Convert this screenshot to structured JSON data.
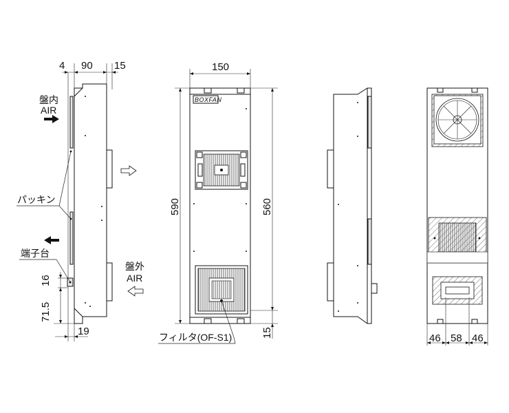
{
  "dimensions": {
    "side_top_left": "4",
    "side_top_mid": "90",
    "side_top_right": "15",
    "side_bottom_16": "16",
    "side_bottom_715": "71.5",
    "side_bottom_19": "19",
    "front_width": "150",
    "front_height": "590",
    "front_inner_height": "560",
    "front_bottom": "15",
    "rear_left": "46",
    "rear_mid": "58",
    "rear_right": "46"
  },
  "labels": {
    "panel_inside_1": "盤内",
    "panel_inside_2": "AIR",
    "packing": "パッキン",
    "terminal": "端子台",
    "panel_outside_1": "盤外",
    "panel_outside_2": "AIR",
    "filter": "フィルタ(OF-S1)",
    "brand": "BOXFAN"
  }
}
